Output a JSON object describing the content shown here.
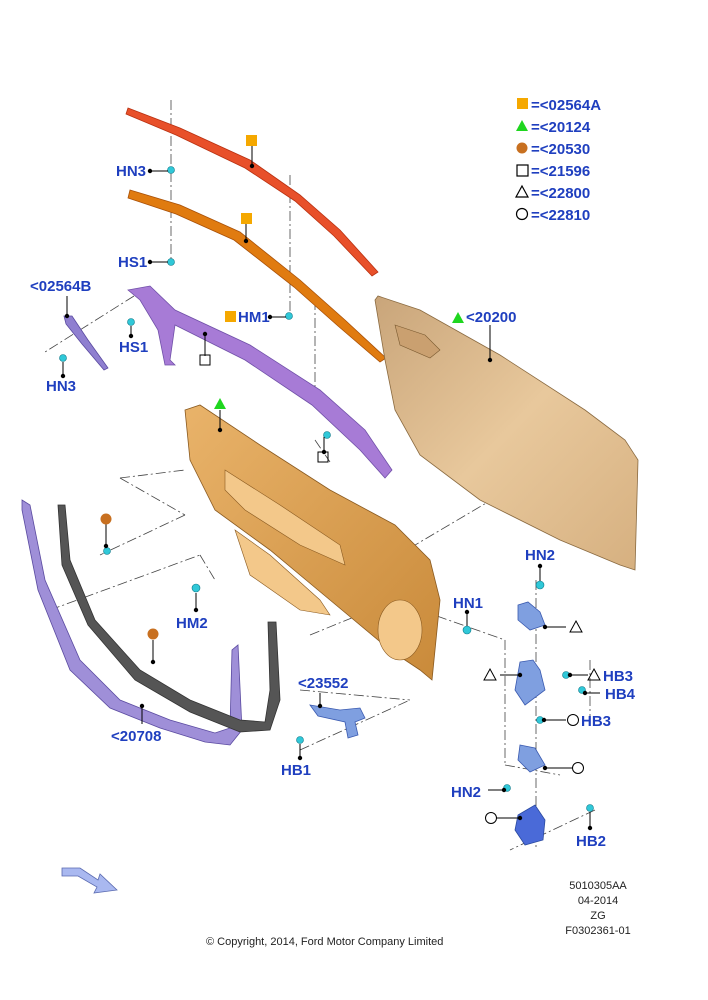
{
  "legend": [
    {
      "symbol": "square-filled",
      "color": "#f5a800",
      "text": "=<02564A"
    },
    {
      "symbol": "triangle-filled",
      "color": "#1fd61f",
      "text": "=<20124"
    },
    {
      "symbol": "circle-filled",
      "color": "#c87020",
      "text": "=<20530"
    },
    {
      "symbol": "square-outline",
      "color": "#000000",
      "text": "=<21596"
    },
    {
      "symbol": "triangle-outline",
      "color": "#000000",
      "text": "=<22800"
    },
    {
      "symbol": "circle-outline",
      "color": "#000000",
      "text": "=<22810"
    }
  ],
  "callouts": {
    "hn3_top": "HN3",
    "hs1_top": "HS1",
    "c02564b": "<02564B",
    "hs1_left": "HS1",
    "hn3_left": "HN3",
    "hm1": "HM1",
    "c20200": "<20200",
    "hm2": "HM2",
    "c20708": "<20708",
    "c23552": "<23552",
    "hb1": "HB1",
    "hn1": "HN1",
    "hn2_top": "HN2",
    "hb3_a": "HB3",
    "hb4": "HB4",
    "hb3_b": "HB3",
    "hn2_bottom": "HN2",
    "hb2": "HB2"
  },
  "info_block": {
    "line1": "5010305AA",
    "line2": "04-2014",
    "line3": "ZG",
    "line4": "F0302361-01"
  },
  "copyright": "© Copyright, 2014, Ford Motor Company Limited",
  "colors": {
    "label": "#1f3fbf",
    "red_strip": "#e8502a",
    "orange_strip": "#e07b10",
    "purple_frame": "#a77bd6",
    "door_panel": "#e0bc8a",
    "inner_frame": "#e0a050",
    "seal_purple": "#9f8fd8",
    "seal_dark": "#555555",
    "fastener": "#30c8d8",
    "hinge": "#7f9fe0",
    "arrow": "#a9b8f0"
  }
}
